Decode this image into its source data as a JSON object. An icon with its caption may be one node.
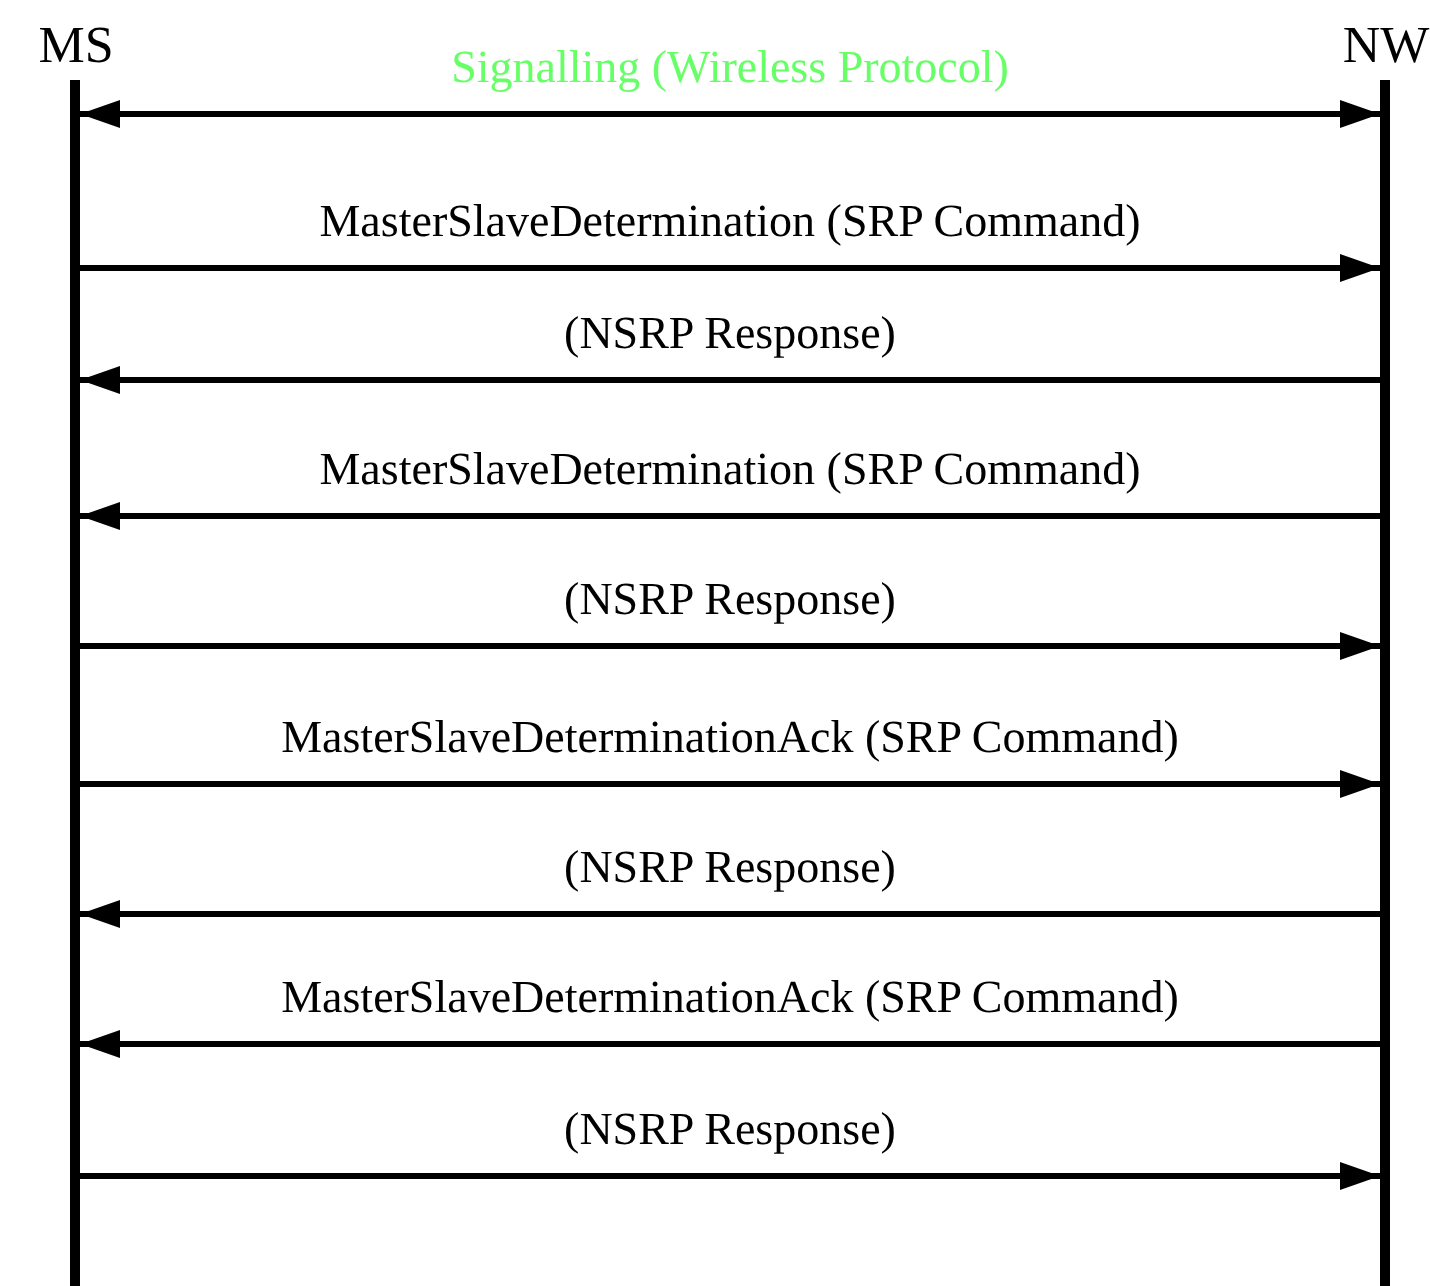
{
  "diagram": {
    "nodes": [
      {
        "text": [
          "MS"
        ]
      },
      {
        "text": [
          "NW"
        ]
      }
    ],
    "edges": [
      {
        "from": 0,
        "to": 1,
        "arrow": "both",
        "label": "Signalling (Wireless Protocol)"
      },
      {
        "from": 0,
        "to": 1,
        "arrow": "to",
        "label": "MasterSlaveDetermination (SRP Command)"
      },
      {
        "from": 1,
        "to": 0,
        "arrow": "to",
        "label": "(NSRP Response)"
      },
      {
        "from": 1,
        "to": 0,
        "arrow": "to",
        "label": "MasterSlaveDetermination (SRP Command)"
      },
      {
        "from": 0,
        "to": 1,
        "arrow": "to",
        "label": "(NSRP Response)"
      },
      {
        "from": 0,
        "to": 1,
        "arrow": "to",
        "label": "MasterSlaveDeterminationAck (SRP Command)"
      },
      {
        "from": 1,
        "to": 0,
        "arrow": "to",
        "label": "(NSRP Response)"
      },
      {
        "from": 1,
        "to": 0,
        "arrow": "to",
        "label": "MasterSlaveDeterminationAck (SRP Command)"
      },
      {
        "from": 0,
        "to": 1,
        "arrow": "to",
        "label": "(NSRP Response)"
      }
    ]
  }
}
